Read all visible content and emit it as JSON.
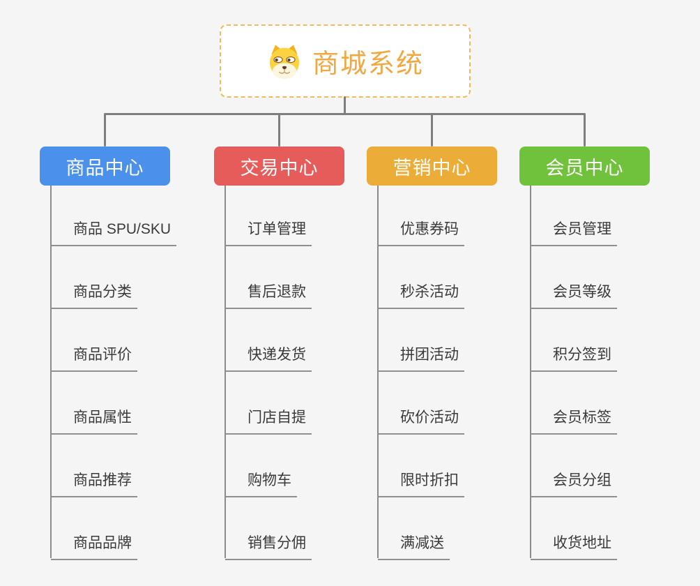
{
  "page": {
    "background_color": "#f5f5f6",
    "connector_color": "#7e7e7e"
  },
  "root": {
    "title": "商城系统",
    "icon": "dog-face-icon",
    "text_color": "#f0a843",
    "border_color": "#f2ba5e"
  },
  "branches": [
    {
      "label": "商品中心",
      "color": "#4b90ea",
      "items": [
        "商品 SPU/SKU",
        "商品分类",
        "商品评价",
        "商品属性",
        "商品推荐",
        "商品品牌"
      ]
    },
    {
      "label": "交易中心",
      "color": "#e65c5a",
      "items": [
        "订单管理",
        "售后退款",
        "快递发货",
        "门店自提",
        "购物车",
        "销售分佣"
      ]
    },
    {
      "label": "营销中心",
      "color": "#ecac38",
      "items": [
        "优惠券码",
        "秒杀活动",
        "拼团活动",
        "砍价活动",
        "限时折扣",
        "满减送"
      ]
    },
    {
      "label": "会员中心",
      "color": "#70c23c",
      "items": [
        "会员管理",
        "会员等级",
        "积分签到",
        "会员标签",
        "会员分组",
        "收货地址"
      ]
    }
  ]
}
